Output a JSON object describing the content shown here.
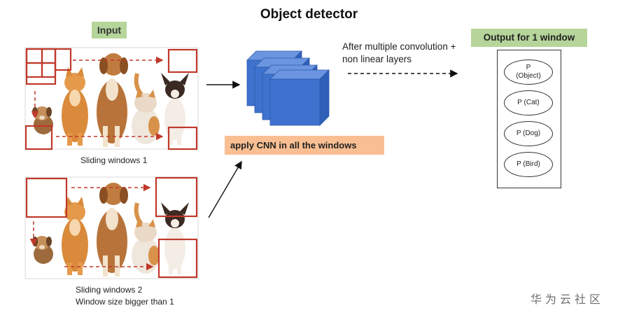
{
  "title": "Object detector",
  "input_label": "Input",
  "output_label": "Output for 1 window",
  "cnn_label": "apply CNN in all the windows",
  "conv_desc_line1": "After multiple convolution +",
  "conv_desc_line2": "non linear layers",
  "caption1": "Sliding windows 1",
  "caption2_line1": "Sliding windows 2",
  "caption2_line2": "Window size bigger than 1",
  "outputs": [
    "P\n(Object)",
    "P (Cat)",
    "P (Dog)",
    "P (Bird)"
  ],
  "watermark": "华为云社区",
  "colors": {
    "input_label_bg": "#b5d59a",
    "output_label_bg": "#b5d59a",
    "cnn_label_bg": "#f9bf93",
    "window_red": "#c0392b",
    "cube_blue": "#3f72cf"
  }
}
